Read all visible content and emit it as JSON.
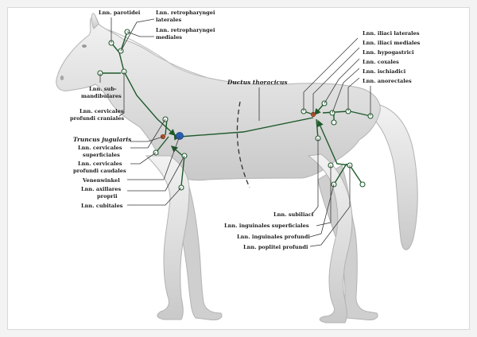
{
  "labels": {
    "parotidei": "Lnn. parotidei",
    "retro_lat_1": "Lnn. retropharyngei",
    "retro_lat_2": "laterales",
    "retro_med_1": "Lnn. retropharyngei",
    "retro_med_2": "mediales",
    "submand_1": "Lnn. sub-",
    "submand_2": "mandibulares",
    "cerv_cran_1": "Lnn. cervicales",
    "cerv_cran_2": "profundi craniales",
    "truncus": "Truncus jugularis",
    "cerv_sup_1": "Lnn. cervicales",
    "cerv_sup_2": "superficiales",
    "cerv_caud_1": "Lnn. cervicales",
    "cerv_caud_2": "profundi caudales",
    "venenwinkel": "Venenwinkel",
    "axill_1": "Lnn. axillares",
    "axill_2": "proprii",
    "cubitales": "Lnn. cubitales",
    "ductus": "Ductus thoracicus",
    "iliaci_lat": "Lnn. iliaci laterales",
    "iliaci_med": "Lnn. iliaci mediales",
    "hypogastrici": "Lnn. hypogastrici",
    "coxales": "Lnn. coxales",
    "ischiadici": "Lnn. ischiadici",
    "anorectales": "Lnn. anorectales",
    "subiliaci": "Lnn. subiliaci",
    "ing_sup": "Lnn. inguinales superficiales",
    "ing_prof": "Lnn. inguinales profundi",
    "poplitei": "Lnn. poplitei profundi"
  },
  "colors": {
    "lymph_vessel": "#1f5a2c",
    "vein_angle_dot": "#2a5fb0",
    "cisterna_dot": "#b4502a",
    "horse_body": "#e1e1e1"
  }
}
